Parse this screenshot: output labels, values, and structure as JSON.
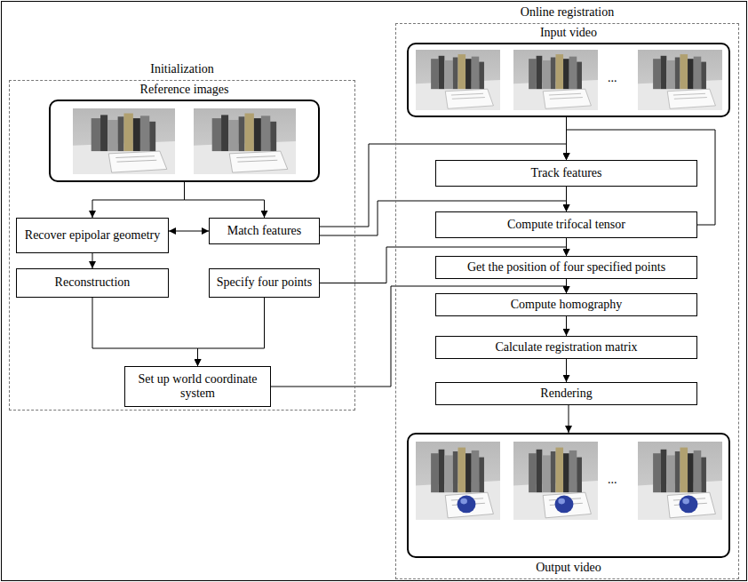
{
  "diagram": {
    "nodes": [
      {
        "text": [
          "Initialization"
        ]
      },
      {
        "text": [
          "Reference images"
        ],
        "in": 0
      },
      {
        "text": [
          "Recover epipolar geometry"
        ],
        "in": 0
      },
      {
        "text": [
          "Match features"
        ],
        "in": 0
      },
      {
        "text": [
          "Reconstruction"
        ],
        "in": 0
      },
      {
        "text": [
          "Specify four points"
        ],
        "in": 0
      },
      {
        "text": [
          "Set up world coordinate system"
        ],
        "in": 0
      },
      {
        "text": [
          "Online registration"
        ]
      },
      {
        "text": [
          "Input video"
        ],
        "in": 7
      },
      {
        "text": [
          "Track features"
        ],
        "in": 7
      },
      {
        "text": [
          "Compute trifocal tensor"
        ],
        "in": 7
      },
      {
        "text": [
          "Get the position of four specified points"
        ],
        "in": 7
      },
      {
        "text": [
          "Compute homography"
        ],
        "in": 7
      },
      {
        "text": [
          "Calculate registration matrix"
        ],
        "in": 7
      },
      {
        "text": [
          "Rendering"
        ],
        "in": 7
      },
      {
        "text": [
          "Output video"
        ],
        "in": 7
      }
    ],
    "edges": [
      {
        "from": 1,
        "to": 2,
        "arrow": "to"
      },
      {
        "from": 1,
        "to": 3,
        "arrow": "to"
      },
      {
        "from": 2,
        "to": 3,
        "arrow": "both"
      },
      {
        "from": 2,
        "to": 4,
        "arrow": "to"
      },
      {
        "from": 4,
        "to": 6,
        "arrow": "to"
      },
      {
        "from": 5,
        "to": 6,
        "arrow": "to"
      },
      {
        "from": 3,
        "to": 9,
        "arrow": "to"
      },
      {
        "from": 3,
        "to": 10,
        "arrow": "to"
      },
      {
        "from": 8,
        "to": 9,
        "arrow": "to"
      },
      {
        "from": 9,
        "to": 10,
        "arrow": "to"
      },
      {
        "from": 10,
        "to": 9,
        "arrow": "to"
      },
      {
        "from": 5,
        "to": 11,
        "arrow": "to"
      },
      {
        "from": 10,
        "to": 11,
        "arrow": "to"
      },
      {
        "from": 6,
        "to": 12,
        "arrow": "to"
      },
      {
        "from": 11,
        "to": 12,
        "arrow": "to"
      },
      {
        "from": 12,
        "to": 13,
        "arrow": "to"
      },
      {
        "from": 13,
        "to": 14,
        "arrow": "to"
      },
      {
        "from": 14,
        "to": 15,
        "arrow": "to"
      }
    ],
    "labels": [
      "...",
      "..."
    ]
  }
}
